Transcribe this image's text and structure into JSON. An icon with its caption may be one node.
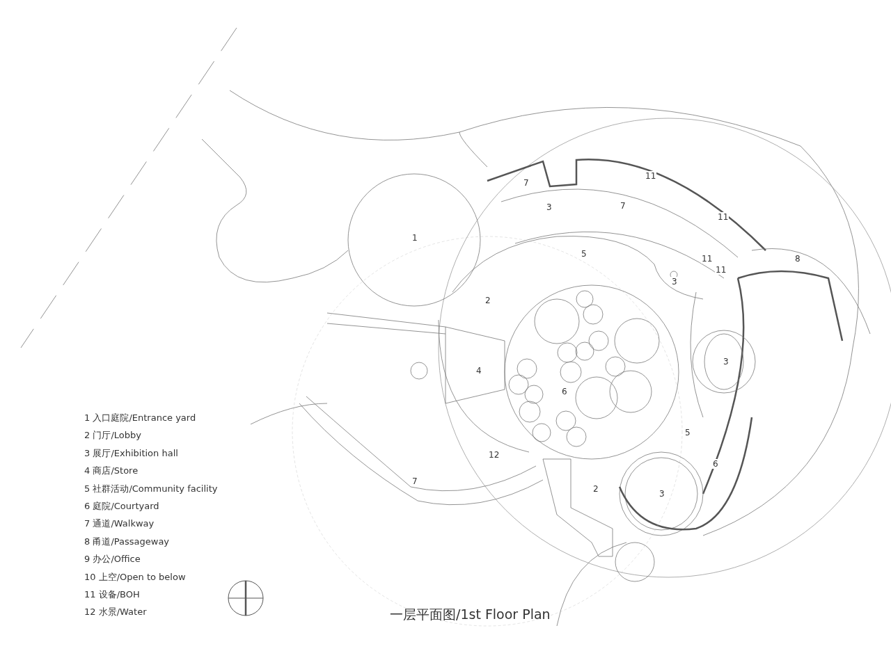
{
  "diagram": {
    "title": "一层平面图/1st Floor Plan",
    "labels": [
      "11",
      "7",
      "3",
      "7",
      "11",
      "1",
      "5",
      "11",
      "8",
      "11",
      "3",
      "2",
      "3",
      "4",
      "6",
      "5",
      "12",
      "6",
      "7",
      "2",
      "3",
      "1 入口庭院/Entrance yard",
      "2 门厅/Lobby",
      "3 展厅/Exhibition hall",
      "4 商店/Store",
      "5 社群活动/Community facility",
      "6 庭院/Courtyard",
      "7 通道/Walkway",
      "8 甬道/Passageway",
      "9 办公/Office",
      "10 上空/Open to below",
      "11 设备/BOH",
      "12 水景/Water"
    ]
  }
}
